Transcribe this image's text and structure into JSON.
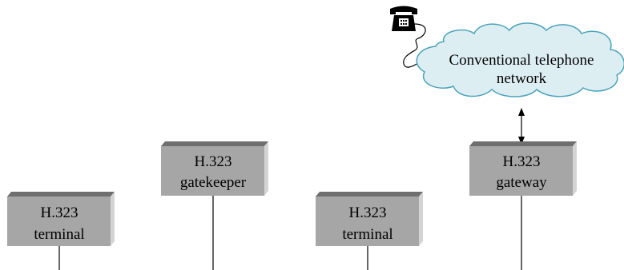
{
  "colors": {
    "box_face": "#a6a6a6",
    "box_top": "#6f6f6f",
    "box_side": "#d4d4d4",
    "cloud_fill": "#ddeef3",
    "cloud_stroke": "#4aa3b8",
    "line": "#000000"
  },
  "nodes": {
    "terminal_left": {
      "line1": "H.323",
      "line2": "terminal"
    },
    "gatekeeper": {
      "line1": "H.323",
      "line2": "gatekeeper"
    },
    "terminal_right": {
      "line1": "H.323",
      "line2": "terminal"
    },
    "gateway": {
      "line1": "H.323",
      "line2": "gateway"
    }
  },
  "cloud": {
    "line1": "Conventional telephone",
    "line2": "network"
  },
  "icons": {
    "phone": "telephone-icon"
  }
}
